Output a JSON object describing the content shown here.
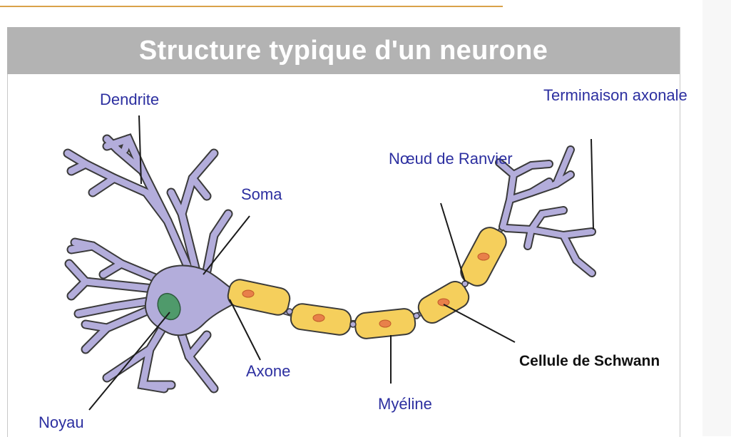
{
  "title": "Structure typique d'un neurone",
  "labels": {
    "dendrite": "Dendrite",
    "soma": "Soma",
    "noyau": "Noyau",
    "axone": "Axone",
    "myeline": "Myéline",
    "noeud_ranvier": "Nœud de Ranvier",
    "schwann": "Cellule de Schwann",
    "terminaison": "Terminaison axonale"
  },
  "colors": {
    "label_blue": "#2c2fa0",
    "neuron_fill": "#b3addb",
    "myelin_fill": "#f5cf5c",
    "nucleus_fill": "#4f9a6b",
    "title_bar": "#b3b3b3",
    "accent_line": "#d9a24a"
  }
}
